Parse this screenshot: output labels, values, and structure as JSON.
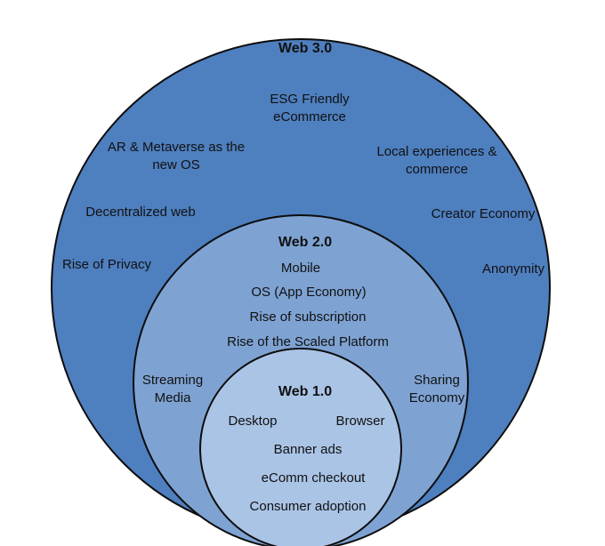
{
  "web3": {
    "title": "Web 3.0",
    "items": {
      "esg_line1": "ESG Friendly",
      "esg_line2": "eCommerce",
      "ar_line1": "AR & Metaverse as the",
      "ar_line2": "new OS",
      "local_line1": "Local experiences &",
      "local_line2": "commerce",
      "decentralized": "Decentralized web",
      "creator": "Creator Economy",
      "privacy": "Rise of Privacy",
      "anonymity": "Anonymity"
    },
    "color": "#4e7fbf"
  },
  "web2": {
    "title": "Web 2.0",
    "items": {
      "mobile": "Mobile",
      "os": "OS (App Economy)",
      "subscription": "Rise of subscription",
      "scaled": "Rise of the Scaled Platform",
      "streaming_line1": "Streaming",
      "streaming_line2": "Media",
      "sharing_line1": "Sharing",
      "sharing_line2": "Economy"
    },
    "color": "#7ea3d3"
  },
  "web1": {
    "title": "Web 1.0",
    "items": {
      "desktop": "Desktop",
      "browser": "Browser",
      "banner": "Banner ads",
      "checkout": "eComm checkout",
      "adoption": "Consumer adoption"
    },
    "color": "#aac4e6"
  }
}
